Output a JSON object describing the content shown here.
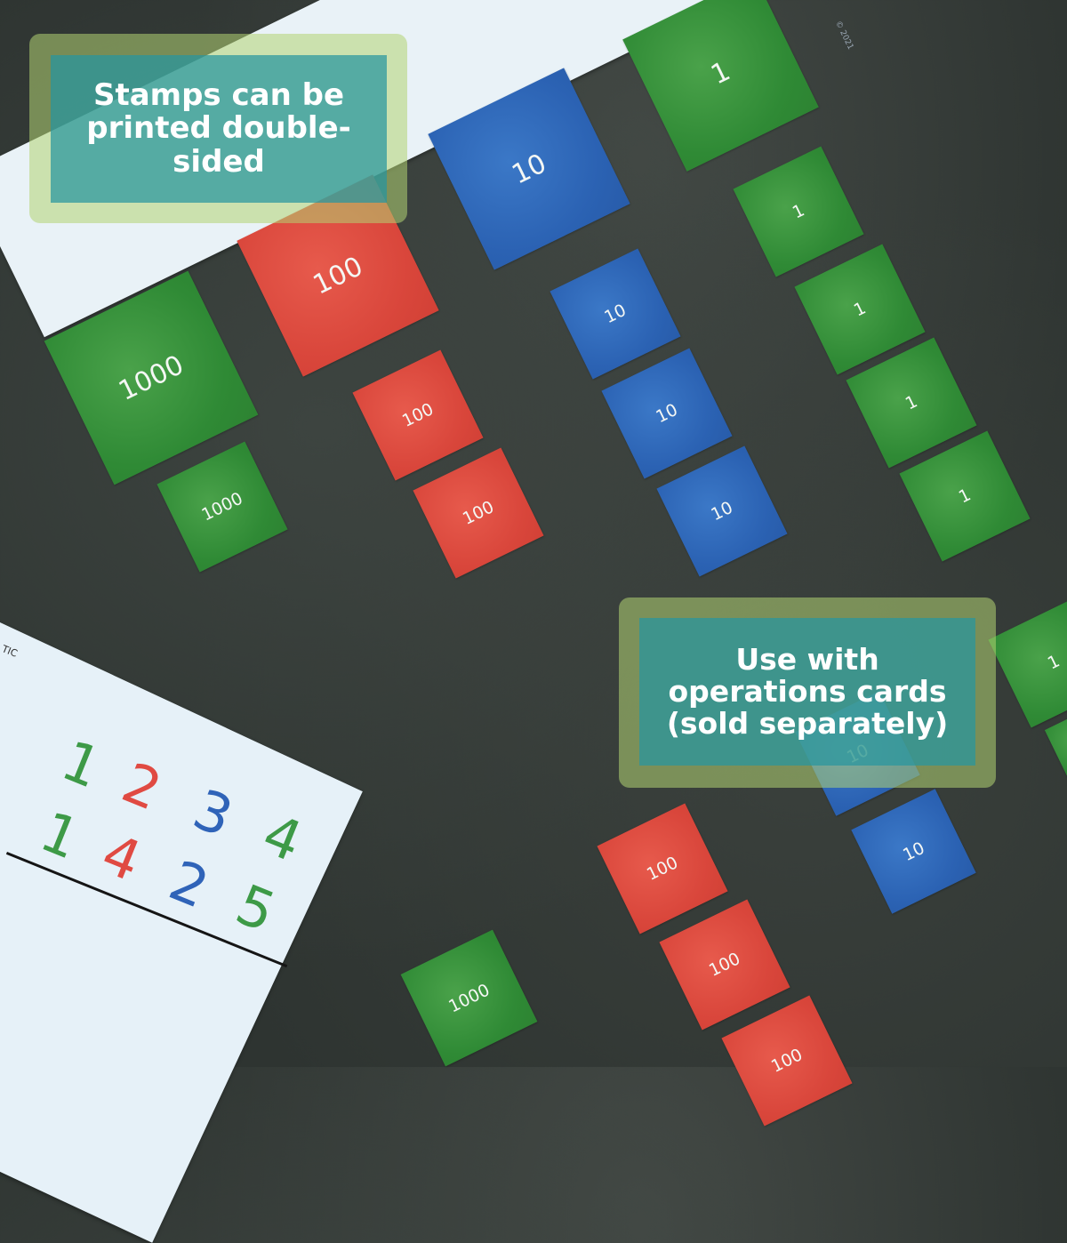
{
  "overlays": {
    "top_left": {
      "lines": [
        "Stamps can be",
        "printed double-",
        "sided"
      ]
    },
    "bottom_right": {
      "lines": [
        "Use with",
        "operations cards",
        "(sold separately)"
      ]
    }
  },
  "strip": {
    "stamps": [
      {
        "value": "1000",
        "color": "green"
      },
      {
        "value": "100",
        "color": "red"
      },
      {
        "value": "10",
        "color": "blue"
      },
      {
        "value": "1",
        "color": "green"
      }
    ],
    "copyright": "© 2021"
  },
  "loose_stamps": [
    {
      "value": "1000",
      "color": "green"
    },
    {
      "value": "100",
      "color": "red"
    },
    {
      "value": "100",
      "color": "red"
    },
    {
      "value": "10",
      "color": "blue"
    },
    {
      "value": "10",
      "color": "blue"
    },
    {
      "value": "10",
      "color": "blue"
    },
    {
      "value": "1",
      "color": "green"
    },
    {
      "value": "1",
      "color": "green"
    },
    {
      "value": "1",
      "color": "green"
    },
    {
      "value": "1",
      "color": "green"
    },
    {
      "value": "1",
      "color": "green"
    },
    {
      "value": "10",
      "color": "blue"
    },
    {
      "value": "10",
      "color": "blue"
    },
    {
      "value": "100",
      "color": "red"
    },
    {
      "value": "100",
      "color": "red"
    },
    {
      "value": "100",
      "color": "red"
    },
    {
      "value": "1000",
      "color": "green"
    }
  ],
  "operation_card": {
    "header_fragment": "TIC",
    "row1": [
      "1",
      "2",
      "3",
      "4"
    ],
    "row2": [
      "1",
      "4",
      "2",
      "5"
    ],
    "digit_colors": {
      "thousands": "#3d9a47",
      "hundreds": "#e04a42",
      "tens": "#2f63b8",
      "ones": "#3d9a47"
    }
  },
  "colors": {
    "green": "#3a9a3e",
    "red": "#dd4a3e",
    "blue": "#2f6bb8",
    "overlay_outer": "#b2d473",
    "overlay_inner": "#2796a0",
    "background": "#2e3431"
  }
}
